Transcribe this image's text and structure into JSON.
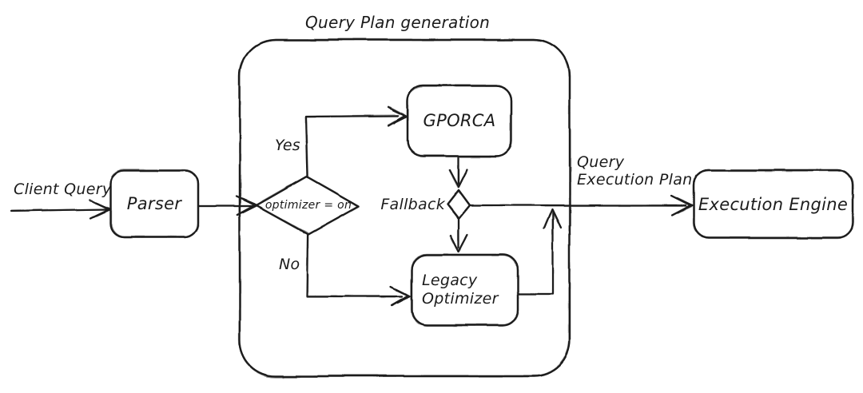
{
  "diagram": {
    "title": "Query Plan generation",
    "nodes": {
      "parser": {
        "label": "Parser"
      },
      "decision": {
        "label": "optimizer = on"
      },
      "gporca": {
        "label": "GPORCA"
      },
      "legacy_optimizer": {
        "line1": "Legacy",
        "line2": "Optimizer"
      },
      "fallback": {
        "label": "Fallback"
      },
      "execution_engine": {
        "label": "Execution Engine"
      }
    },
    "labels": {
      "client_query": "Client Query",
      "yes": "Yes",
      "no": "No",
      "output_line1": "Query",
      "output_line2": "Execution Plan"
    },
    "colors": {
      "stroke": "#1b1b1b",
      "background": "#ffffff"
    }
  }
}
